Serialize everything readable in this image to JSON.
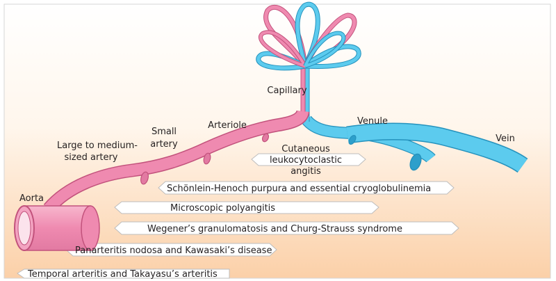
{
  "colors": {
    "artery": "#ef8ab0",
    "artery_edge": "#c2527c",
    "vein": "#5ccbee",
    "vein_edge": "#2592bd",
    "bg_top": "#ffffff",
    "bg_bottom": "#fbd0a8",
    "band_fill": "#ffffff",
    "band_edge": "#bdbdbd"
  },
  "vessels": {
    "capillary": "Capillary",
    "arteriole": "Arteriole",
    "venule": "Venule",
    "vein": "Vein",
    "small_artery": [
      "Small",
      "artery"
    ],
    "large_artery": [
      "Large to medium-",
      "sized artery"
    ],
    "aorta": "Aorta"
  },
  "diseases": {
    "cutaneous": [
      "Cutaneous",
      "leukocytoclastic",
      "angitis"
    ],
    "schonlein": "Schönlein-Henoch purpura and essential cryoglobulinemia",
    "microscopic": "Microscopic polyangitis",
    "wegener": "Wegener’s granulomatosis and Churg-Strauss syndrome",
    "panarteritis": "Panarteritis nodosa and Kawasaki’s  disease",
    "temporal": "Temporal arteritis and Takayasu’s  arteritis"
  }
}
